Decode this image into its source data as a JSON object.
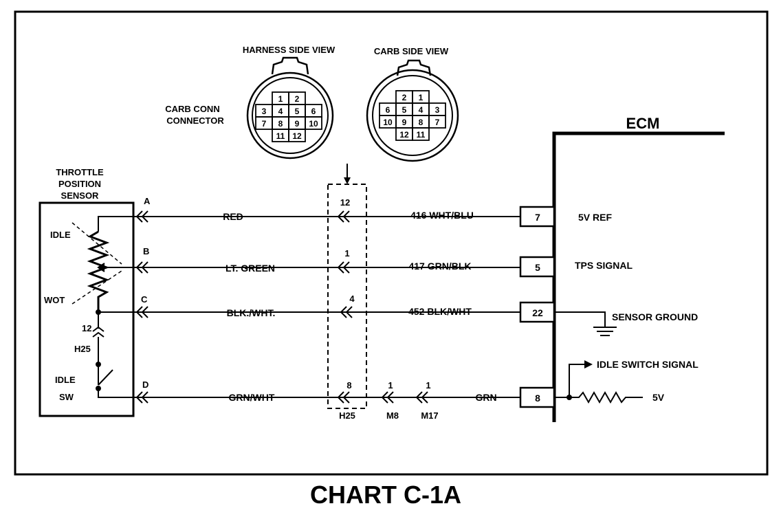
{
  "title": "CHART C-1A",
  "ecm_label": "ECM",
  "harness_view_label": "HARNESS SIDE VIEW",
  "carb_view_label": "CARB SIDE VIEW",
  "carb_conn_label": [
    "CARB CONN",
    "CONNECTOR"
  ],
  "tps_label": [
    "THROTTLE",
    "POSITION",
    "SENSOR"
  ],
  "harness_pins": {
    "row1": [
      "1",
      "2"
    ],
    "row2": [
      "3",
      "4",
      "5",
      "6"
    ],
    "row3": [
      "7",
      "8",
      "9",
      "10"
    ],
    "row4": [
      "11",
      "12"
    ]
  },
  "carb_pins": {
    "row1": [
      "2",
      "1"
    ],
    "row2": [
      "6",
      "5",
      "4",
      "3"
    ],
    "row3": [
      "10",
      "9",
      "8",
      "7"
    ],
    "row4": [
      "12",
      "11"
    ]
  },
  "sensor_labels": {
    "idle": "IDLE",
    "wot": "WOT",
    "switch_idle": "IDLE",
    "switch_sw": "SW",
    "inline_pin": "12",
    "inline_conn": "H25"
  },
  "circuits": [
    {
      "terminal": "A",
      "wire": "RED",
      "h25_pin": "12",
      "ecm_wire": "416 WHT/BLU",
      "ecm_pin": "7",
      "ecm_function": "5V REF"
    },
    {
      "terminal": "B",
      "wire": "LT. GREEN",
      "h25_pin": "1",
      "ecm_wire": "417 GRN/BLK",
      "ecm_pin": "5",
      "ecm_function": "TPS  SIGNAL"
    },
    {
      "terminal": "C",
      "wire": "BLK./WHT.",
      "h25_pin": "4",
      "ecm_wire": "452 BLK/WHT",
      "ecm_pin": "22",
      "ecm_function": "SENSOR GROUND"
    },
    {
      "terminal": "D",
      "wire": "GRN/WHT",
      "h25_pin": "8",
      "h25_label": "H25",
      "m8_pin": "1",
      "m8_label": "M8",
      "m17_pin": "1",
      "m17_label": "M17",
      "ecm_wire": "GRN",
      "ecm_pin": "8",
      "ecm_function": "IDLE SWITCH SIGNAL",
      "pullup_label": "5V"
    }
  ]
}
